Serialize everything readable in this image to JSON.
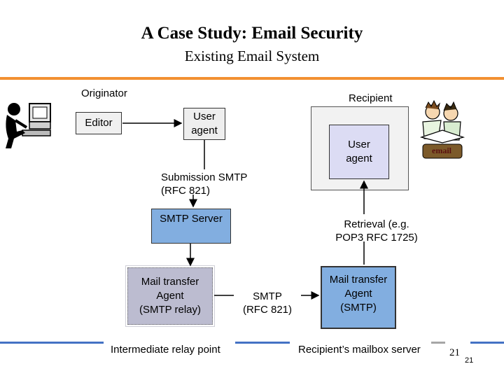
{
  "slide": {
    "title": "A Case Study: Email Security",
    "subtitle": "Existing Email System",
    "page_number": "21",
    "page_number_small": "21"
  },
  "originator": {
    "label": "Originator",
    "editor": "Editor",
    "user_agent": "User\nagent"
  },
  "recipient": {
    "label": "Recipient",
    "user_agent": "User\nagent",
    "email_badge": "email"
  },
  "flow": {
    "submission": "Submission SMTP\n(RFC 821)",
    "smtp_server": "SMTP Server",
    "mta_relay": "Mail transfer\nAgent\n(SMTP relay)",
    "smtp_link": "SMTP\n(RFC 821)",
    "mta_recipient": "Mail transfer\nAgent\n(SMTP)",
    "retrieval": "Retrieval (e.g.\nPOP3 RFC 1725)"
  },
  "captions": {
    "relay": "Intermediate relay point",
    "mailbox": "Recipient’s mailbox server"
  },
  "colors": {
    "accent_orange": "#f29031",
    "server_blue": "#82aee0",
    "relay_grey": "#bcbcd0",
    "agent_lavender": "#dcdcf4",
    "line_blue": "#4472c4"
  }
}
